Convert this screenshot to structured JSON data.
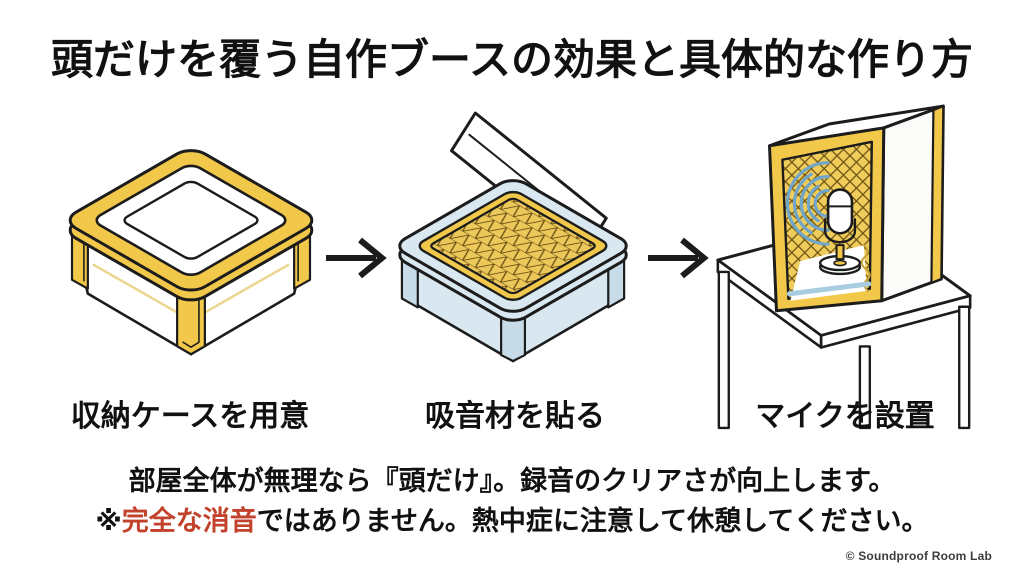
{
  "title": "頭だけを覆う自作ブースの効果と具体的な作り方",
  "steps": [
    {
      "label": "収納ケースを用意",
      "illustration": "closed-storage-case"
    },
    {
      "label": "吸音材を貼る",
      "illustration": "open-case-with-acoustic-foam"
    },
    {
      "label": "マイクを設置",
      "illustration": "microphone-booth-on-desk"
    }
  ],
  "arrow_icon": "arrow-right",
  "footer": {
    "line1": "部屋全体が無理なら『頭だけ』。録音のクリアさが向上します。",
    "line2": {
      "prefix": "※",
      "highlight": "完全な消音",
      "rest": "ではありません。熱中症に注意して休憩してください。"
    }
  },
  "credit": "© Soundproof Room Lab",
  "colors": {
    "case_yellow": "#F2C84B",
    "foam_yellow": "#ECC85A",
    "foam_line": "#6B5114",
    "case_blue": "#D9E8F0",
    "case_blue_shade": "#C7DCE8",
    "wave_blue": "#6FA6C9",
    "stripe_blue": "#A9CDE0",
    "ink": "#1C1C1C",
    "text_black": "#111111",
    "accent_red": "#C2422C",
    "credit_gray": "#3C3C3C"
  }
}
